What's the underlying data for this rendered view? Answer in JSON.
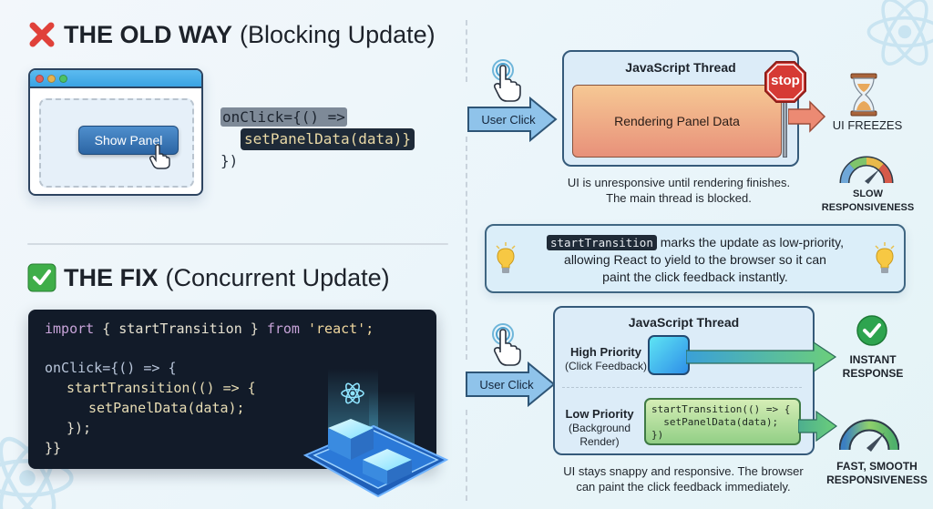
{
  "colors": {
    "background": "#eef6fa",
    "thread_box": "#dcecf8",
    "render_box": "#e8917a",
    "high_priority_block": "#2e8ee8",
    "low_priority_block": "#92cf86",
    "code_bg": "#121b29",
    "stop_sign": "#d63a34",
    "success": "#2ea44f"
  },
  "old_way": {
    "icon": "cross-mark-icon",
    "title": "THE OLD WAY",
    "subtitle": "(Blocking Update)",
    "mock_button_label": "Show Panel",
    "code_lines": [
      "onClick={() =>",
      "setPanelData(data)}",
      "})"
    ],
    "diagram": {
      "user_click_label": "User Click",
      "thread_title": "JavaScript Thread",
      "render_label": "Rendering Panel Data",
      "stop_label": "stop",
      "result_label": "UI FREEZES",
      "caption_lines": [
        "UI is unresponsive until rendering finishes.",
        "The main thread is blocked."
      ],
      "gauge_label_lines": [
        "SLOW",
        "RESPONSIVENESS"
      ],
      "gauge_level": 0.75
    }
  },
  "info": {
    "code_term": "startTransition",
    "text_after_code": " marks the update as low-priority,",
    "line2": "allowing React to yield to the browser so it can",
    "line3": "paint the click feedback instantly."
  },
  "fix": {
    "icon": "check-mark-icon",
    "title": "THE FIX",
    "subtitle": "(Concurrent Update)",
    "code": {
      "import_kw": "import",
      "import_body": " { startTransition } ",
      "from_kw": "from",
      "module": " 'react';",
      "line3": "onClick={() => {",
      "line4": "startTransition(() => {",
      "line5": "setPanelData(data);",
      "line6": "});",
      "line7": "}}"
    },
    "diagram": {
      "user_click_label": "User Click",
      "thread_title": "JavaScript Thread",
      "high_priority": {
        "title": "High Priority",
        "sub": "(Click Feedback)"
      },
      "low_priority": {
        "title": "Low Priority",
        "sub_lines": [
          "(Background",
          "Render)"
        ]
      },
      "low_priority_code": "startTransition(() => {\n  setPanelData(data);\n})",
      "instant_label_lines": [
        "INSTANT",
        "RESPONSE"
      ],
      "fast_label_lines": [
        "FAST, SMOOTH",
        "RESPONSIVENESS"
      ],
      "caption_lines": [
        "UI stays snappy and responsive. The browser",
        "can paint the click feedback immediately."
      ]
    }
  }
}
